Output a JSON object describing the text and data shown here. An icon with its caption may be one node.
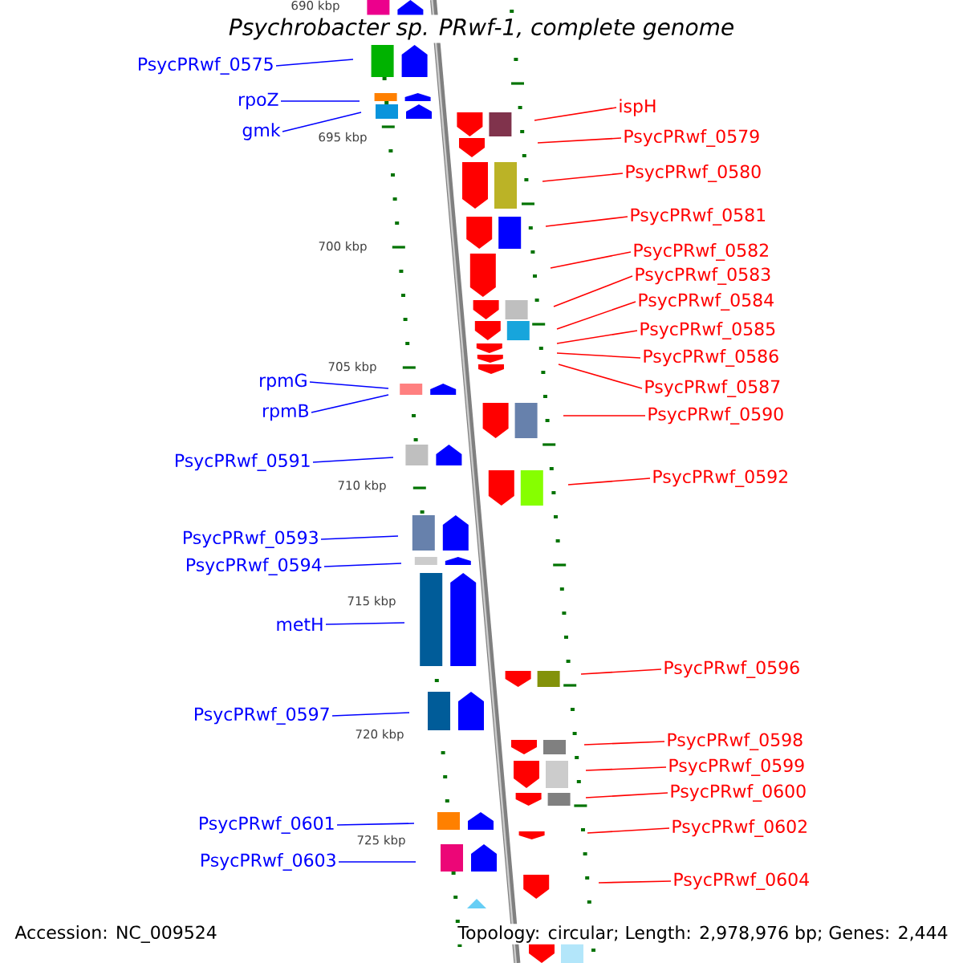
{
  "diagram": {
    "title": "*Psychrobacter sp. PRwf-1, complete genome*",
    "nodes": [
      {
        "text": [
          "PsycPRwf_0575"
        ]
      },
      {
        "text": [
          "rpoZ"
        ]
      },
      {
        "text": [
          "ispH"
        ]
      },
      {
        "text": [
          "gmk"
        ]
      },
      {
        "text": [
          "PsycPRwf_0579"
        ]
      },
      {
        "text": [
          "PsycPRwf_0580"
        ]
      },
      {
        "text": [
          "PsycPRwf_0581"
        ]
      },
      {
        "text": [
          "PsycPRwf_0582"
        ]
      },
      {
        "text": [
          "PsycPRwf_0583"
        ]
      },
      {
        "text": [
          "PsycPRwf_0584"
        ]
      },
      {
        "text": [
          "PsycPRwf_0585"
        ]
      },
      {
        "text": [
          "PsycPRwf_0586"
        ]
      },
      {
        "text": [
          "rpmG"
        ]
      },
      {
        "text": [
          "PsycPRwf_0587"
        ]
      },
      {
        "text": [
          "rpmB"
        ]
      },
      {
        "text": [
          "PsycPRwf_0590"
        ]
      },
      {
        "text": [
          "PsycPRwf_0591"
        ]
      },
      {
        "text": [
          "PsycPRwf_0592"
        ]
      },
      {
        "text": [
          "PsycPRwf_0593"
        ]
      },
      {
        "text": [
          "PsycPRwf_0594"
        ]
      },
      {
        "text": [
          "metH"
        ]
      },
      {
        "text": [
          "PsycPRwf_0596"
        ]
      },
      {
        "text": [
          "PsycPRwf_0597"
        ]
      },
      {
        "text": [
          "PsycPRwf_0598"
        ]
      },
      {
        "text": [
          "PsycPRwf_0599"
        ]
      },
      {
        "text": [
          "PsycPRwf_0600"
        ]
      },
      {
        "text": [
          "PsycPRwf_0601"
        ]
      },
      {
        "text": [
          "PsycPRwf_0602"
        ]
      },
      {
        "text": [
          "PsycPRwf_0603"
        ]
      },
      {
        "text": [
          "PsycPRwf_0604"
        ]
      }
    ],
    "edges": [
      {
        "from": 0,
        "to": null,
        "arrow": "none",
        "color": "#0000ff"
      },
      {
        "from": 1,
        "to": null,
        "arrow": "none",
        "color": "#0000ff"
      },
      {
        "from": 2,
        "to": null,
        "arrow": "none"
      },
      {
        "from": 3,
        "to": null,
        "arrow": "none",
        "color": "#0000ff"
      },
      {
        "from": 4,
        "to": null,
        "arrow": "none"
      },
      {
        "from": 5,
        "to": null,
        "arrow": "none"
      },
      {
        "from": 6,
        "to": null,
        "arrow": "none"
      },
      {
        "from": 7,
        "to": null,
        "arrow": "none"
      },
      {
        "from": 8,
        "to": null,
        "arrow": "none"
      },
      {
        "from": 9,
        "to": null,
        "arrow": "none"
      },
      {
        "from": 10,
        "to": null,
        "arrow": "none"
      },
      {
        "from": 11,
        "to": null,
        "arrow": "none"
      },
      {
        "from": 12,
        "to": null,
        "arrow": "none",
        "color": "#0000ff"
      },
      {
        "from": 13,
        "to": null,
        "arrow": "none"
      },
      {
        "from": 14,
        "to": null,
        "arrow": "none",
        "color": "#0000ff"
      },
      {
        "from": 15,
        "to": null,
        "arrow": "none"
      },
      {
        "from": 16,
        "to": null,
        "arrow": "none",
        "color": "#0000ff"
      },
      {
        "from": 17,
        "to": null,
        "arrow": "none"
      },
      {
        "from": 18,
        "to": null,
        "arrow": "none",
        "color": "#0000ff"
      },
      {
        "from": 19,
        "to": null,
        "arrow": "none",
        "color": "#0000ff"
      },
      {
        "from": 20,
        "to": null,
        "arrow": "none",
        "color": "#0000ff"
      },
      {
        "from": 21,
        "to": null,
        "arrow": "none"
      },
      {
        "from": 22,
        "to": null,
        "arrow": "none",
        "color": "#0000ff"
      },
      {
        "from": 23,
        "to": null,
        "arrow": "none"
      },
      {
        "from": 24,
        "to": null,
        "arrow": "none"
      },
      {
        "from": 25,
        "to": null,
        "arrow": "none"
      },
      {
        "from": 26,
        "to": null,
        "arrow": "none",
        "color": "#0000ff"
      },
      {
        "from": 27,
        "to": null,
        "arrow": "none"
      },
      {
        "from": 28,
        "to": null,
        "arrow": "none",
        "color": "#0000ff"
      },
      {
        "from": 29,
        "to": null,
        "arrow": "none"
      }
    ],
    "labels": [
      "690 kbp",
      "695 kbp",
      "700 kbp",
      "705 kbp",
      "710 kbp",
      "715 kbp",
      "720 kbp",
      "725 kbp",
      "Accession: NC_009524",
      "Topology: circular; Length: 2,978,976 bp; Genes: 2,444"
    ]
  }
}
